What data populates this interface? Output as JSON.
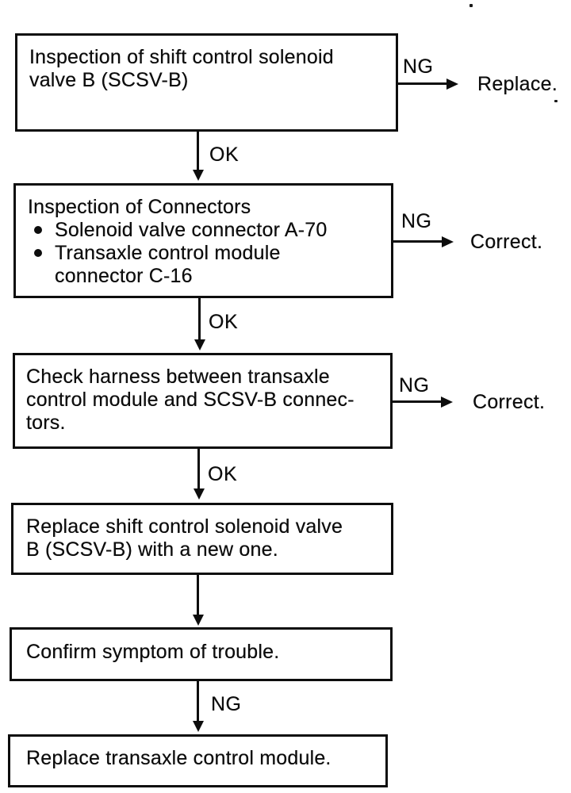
{
  "colors": {
    "ink": "#0d0d0d",
    "paper": "#ffffff"
  },
  "flow": {
    "boxes": {
      "b1": {
        "lines": [
          "Inspection of shift control solenoid",
          "valve B (SCSV-B)"
        ]
      },
      "b2": {
        "heading": "Inspection of Connectors",
        "bullets": [
          {
            "lines": [
              "Solenoid valve connector A-70"
            ]
          },
          {
            "lines": [
              "Transaxle control module",
              "connector C-16"
            ]
          }
        ]
      },
      "b3": {
        "lines": [
          "Check harness between transaxle",
          "control module and SCSV-B connec-",
          "tors."
        ]
      },
      "b4": {
        "lines": [
          "Replace shift control solenoid valve",
          "B (SCSV-B) with a new one."
        ]
      },
      "b5": {
        "lines": [
          "Confirm symptom of trouble."
        ]
      },
      "b6": {
        "lines": [
          "Replace transaxle control module."
        ]
      }
    },
    "branches": {
      "n1": {
        "label": "NG",
        "result": "Replace."
      },
      "n2": {
        "label": "NG",
        "result": "Correct."
      },
      "n3": {
        "label": "NG",
        "result": "Correct."
      }
    },
    "connectors": {
      "c1": {
        "label": "OK"
      },
      "c2": {
        "label": "OK"
      },
      "c3": {
        "label": "OK"
      },
      "c4": {
        "label": ""
      },
      "c5": {
        "label": "NG"
      }
    }
  }
}
